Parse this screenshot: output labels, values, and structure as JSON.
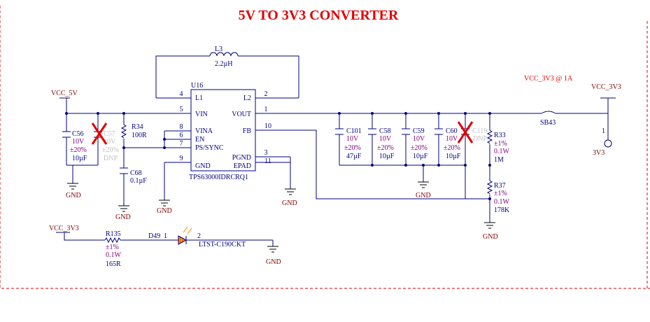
{
  "title": "5V TO 3V3 CONVERTER",
  "note": "VCC_3V3 @ 1A",
  "nets": {
    "vcc5": "VCC_5V",
    "vcc33_out": "VCC_3V3",
    "vcc33_led": "VCC_3V3",
    "tp": "3V3"
  },
  "gnd": "GND",
  "ic": {
    "ref": "U16",
    "part": "TPS63000IDRCRQ1",
    "pins_left": [
      {
        "num": "4",
        "name": "L1"
      },
      {
        "num": "5",
        "name": "VIN"
      },
      {
        "num": "8",
        "name": "VINA"
      },
      {
        "num": "6",
        "name": "EN"
      },
      {
        "num": "7",
        "name": "PS/SYNC"
      },
      {
        "num": "9",
        "name": "GND"
      }
    ],
    "pins_right": [
      {
        "num": "2",
        "name": "L2"
      },
      {
        "num": "1",
        "name": "VOUT"
      },
      {
        "num": "10",
        "name": "FB"
      },
      {
        "num": "3",
        "name": "PGND"
      },
      {
        "num": "11",
        "name": "EPAD"
      }
    ]
  },
  "inductor": {
    "ref": "L3",
    "value": "2.2µH"
  },
  "jumper": {
    "ref": "SB43"
  },
  "caps": [
    {
      "ref": "C56",
      "v": "10V",
      "tol": "±20%",
      "val": "10µF",
      "dnp": ""
    },
    {
      "ref": "C57",
      "v": "10V",
      "tol": "±20%",
      "val": "",
      "dnp": "DNP"
    },
    {
      "ref": "C68",
      "v": "",
      "tol": "",
      "val": "0.1µF",
      "dnp": ""
    },
    {
      "ref": "C101",
      "v": "10V",
      "tol": "±20%",
      "val": "47µF",
      "dnp": ""
    },
    {
      "ref": "C58",
      "v": "10V",
      "tol": "±20%",
      "val": "10µF",
      "dnp": ""
    },
    {
      "ref": "C59",
      "v": "10V",
      "tol": "±20%",
      "val": "10µF",
      "dnp": ""
    },
    {
      "ref": "C60",
      "v": "10V",
      "tol": "±20%",
      "val": "10µF",
      "dnp": ""
    },
    {
      "ref": "C119",
      "v": "",
      "tol": "",
      "val": "",
      "dnp": "DNP"
    }
  ],
  "resistors": [
    {
      "ref": "R34",
      "tol": "",
      "pwr": "",
      "val": "100R"
    },
    {
      "ref": "R33",
      "tol": "±1%",
      "pwr": "0.1W",
      "val": "1M"
    },
    {
      "ref": "R37",
      "tol": "±1%",
      "pwr": "0.1W",
      "val": "178K"
    },
    {
      "ref": "R135",
      "tol": "±1%",
      "pwr": "0.1W",
      "val": "165R"
    }
  ],
  "led": {
    "ref": "D49",
    "pin1": "1",
    "pin2": "2",
    "part": "LTST-C190CKT"
  },
  "testpoint": {
    "pin": "1"
  },
  "colors": {
    "wire": "#000080",
    "title": "#e00000",
    "value": "#800080",
    "net": "#800000",
    "dnp": "#c0c0c0"
  }
}
